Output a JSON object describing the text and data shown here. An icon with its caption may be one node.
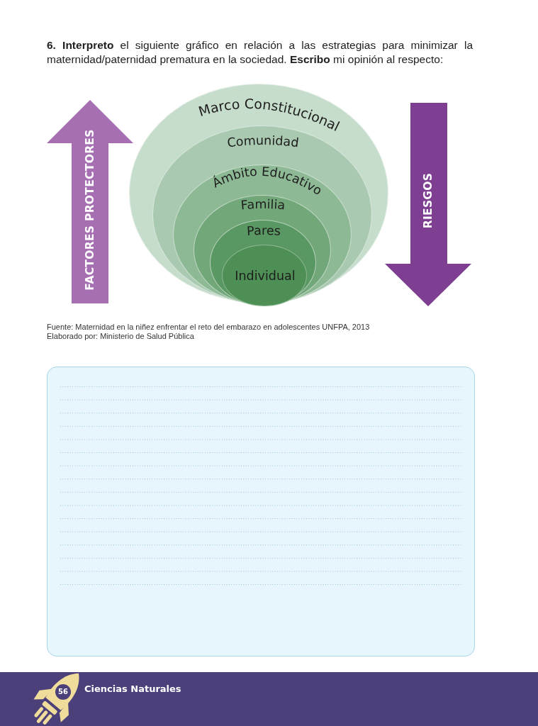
{
  "diagram": {
    "title": "**6. Interpreto** el siguiente gráfico en relación a las estrategias para minimizar la maternidad/paternidad prematura en la sociedad. **Escribo** mi opinión al respecto:",
    "nodes": [
      {
        "text": [
          "Marco Constitucional"
        ]
      },
      {
        "text": [
          "Comunidad"
        ],
        "in": 0
      },
      {
        "text": [
          "Ámbito Educativo"
        ],
        "in": 1
      },
      {
        "text": [
          "Familia"
        ],
        "in": 2
      },
      {
        "text": [
          "Pares"
        ],
        "in": 3
      },
      {
        "text": [
          "Individual"
        ],
        "in": 4
      },
      {
        "text": [
          "FACTORES PROTECTORES"
        ]
      },
      {
        "text": [
          "RIESGOS"
        ]
      }
    ],
    "labels": [
      "Fuente: Maternidad en la niñez enfrentar el reto del embarazo en adolescentes UNFPA, 2013",
      "Elaborado por: Ministerio de Salud Pública",
      "56",
      "Ciencias Naturales"
    ]
  }
}
